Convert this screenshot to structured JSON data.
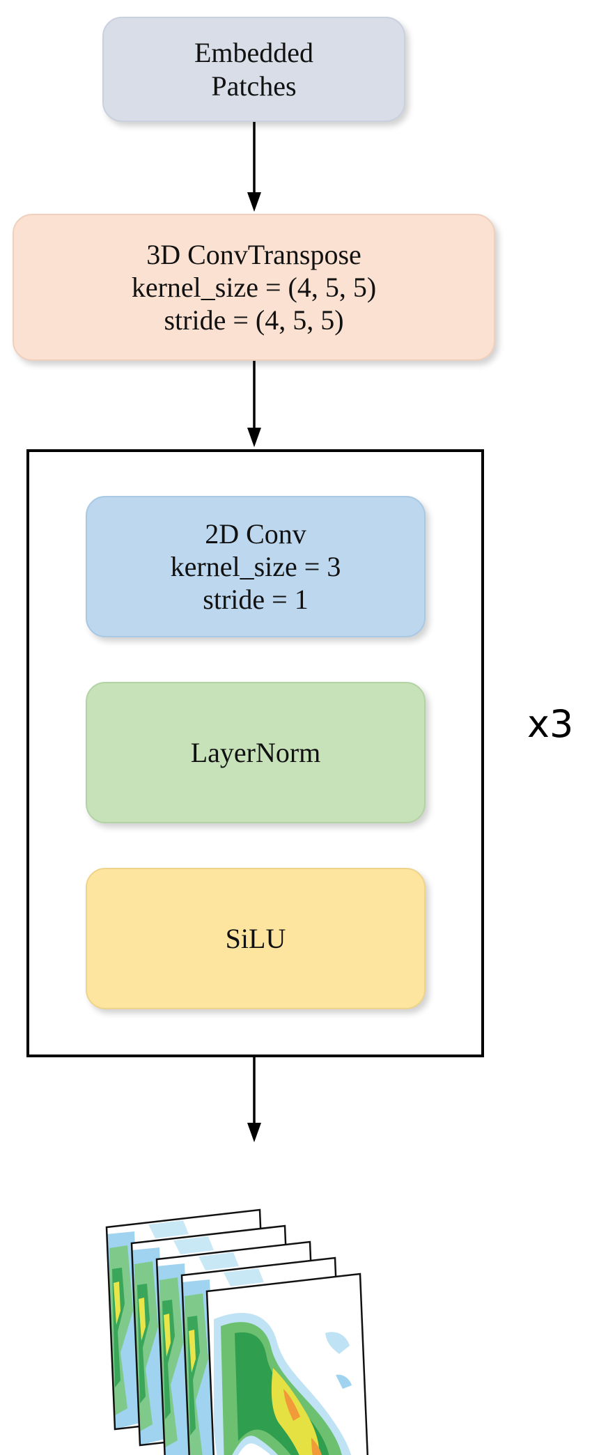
{
  "diagram": {
    "embedded_patches": {
      "lines": [
        "Embedded",
        "Patches"
      ]
    },
    "conv_transpose": {
      "lines": [
        "3D ConvTranspose",
        "kernel_size = (4,  5, 5)",
        "stride = (4, 5, 5)"
      ]
    },
    "conv2d": {
      "lines": [
        "2D Conv",
        "kernel_size = 3",
        "stride = 1"
      ]
    },
    "layer_norm": {
      "lines": [
        "LayerNorm"
      ]
    },
    "silu": {
      "lines": [
        "SiLU"
      ]
    },
    "repeat": "x3",
    "output_frames": 5
  },
  "colors": {
    "embedded_patches": "#d8dde8",
    "conv_transpose": "#fbe1d1",
    "conv2d": "#bcd7ee",
    "layer_norm": "#c7e1b9",
    "silu": "#fde5a0",
    "arrow": "#000000"
  }
}
